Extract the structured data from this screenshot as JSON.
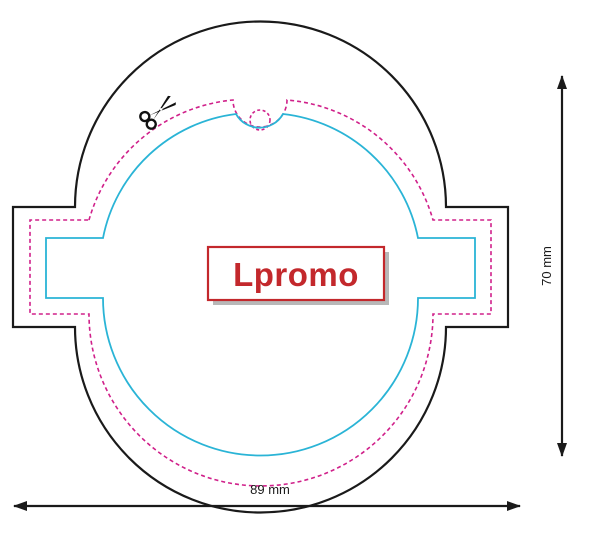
{
  "logo": {
    "text": "Lpromo",
    "color": "#c3282c"
  },
  "dimensions": {
    "width_label": "89 mm",
    "height_label": "70 mm"
  },
  "icons": {
    "cut_marker": "scissors-icon"
  },
  "colors": {
    "cut_line": "#1a1a1a",
    "bleed_line": "#d0208a",
    "safe_line": "#2ab4d6",
    "background": "#ffffff"
  }
}
